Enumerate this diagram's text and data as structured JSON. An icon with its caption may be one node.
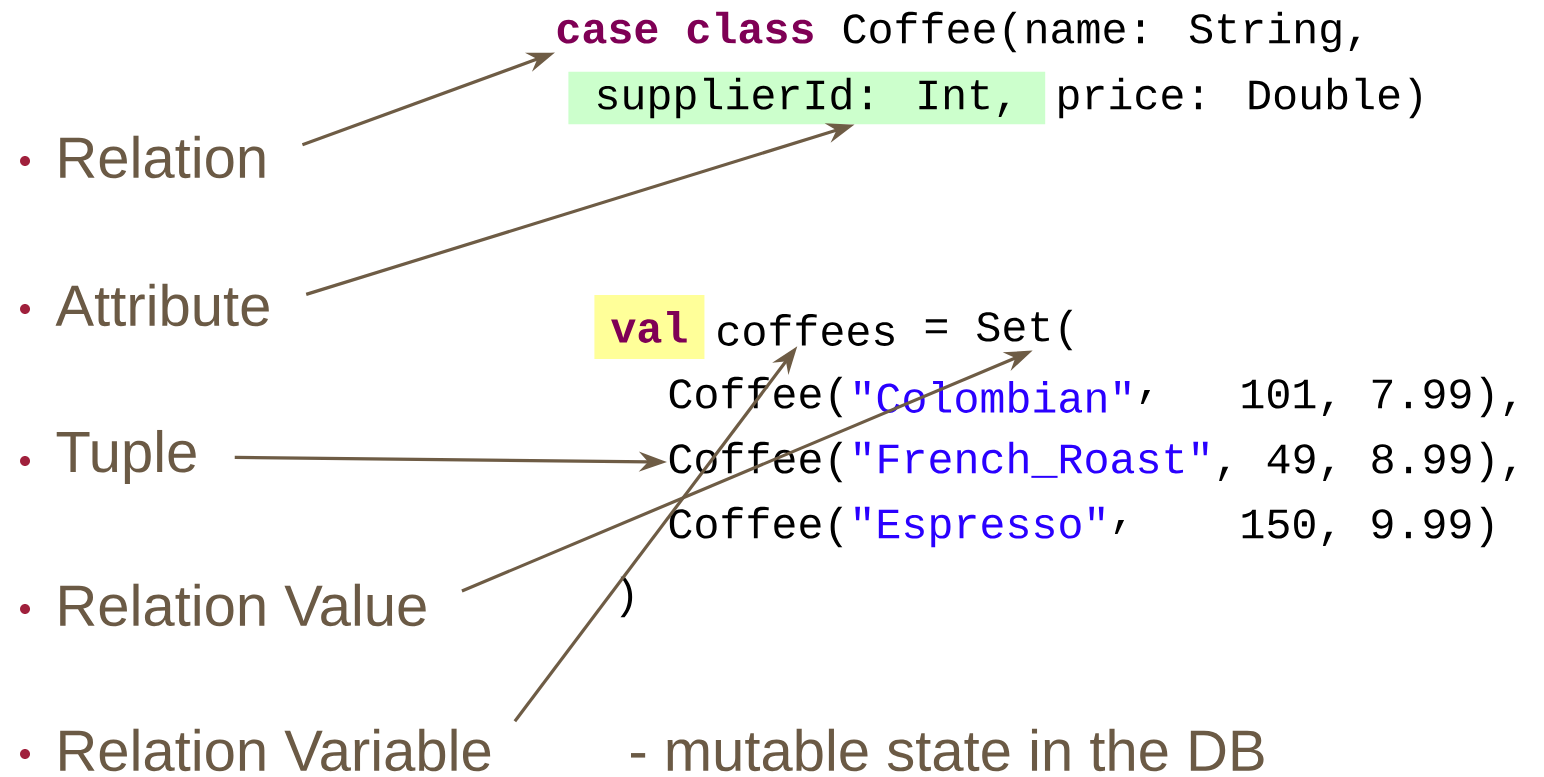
{
  "diagram": {
    "nodes": [
      {
        "text": [
          "Relation"
        ]
      },
      {
        "text": [
          "Attribute"
        ]
      },
      {
        "text": [
          "Tuple"
        ]
      },
      {
        "text": [
          "Relation Value"
        ]
      },
      {
        "text": [
          "Relation Variable"
        ],
        "beside": [
          "- mutable state in the DB"
        ]
      },
      {
        "text": [
          "case class",
          "Coffee(name: String,"
        ]
      },
      {
        "text": [
          "supplierId: Int,"
        ]
      },
      {
        "text": [
          "val"
        ]
      },
      {
        "text": [
          "coffees"
        ]
      },
      {
        "text": [
          "Set("
        ]
      },
      {
        "text": [
          "Coffee(",
          "\"French_Roast\"",
          ", 49, 8.99),"
        ]
      }
    ],
    "edges": [
      {
        "from": 0,
        "to": 5,
        "arrow": "to"
      },
      {
        "from": 1,
        "to": 6,
        "arrow": "to"
      },
      {
        "from": 2,
        "to": 10,
        "arrow": "to"
      },
      {
        "from": 3,
        "to": 9,
        "arrow": "to"
      },
      {
        "from": 4,
        "to": 8,
        "arrow": "to"
      }
    ],
    "labels": [
      "price: Double)",
      "=",
      "Coffee(",
      "\"Colombian\"",
      ",",
      "101, 7.99),",
      "Coffee(",
      "\"Espresso\"",
      ",",
      "150, 9.99)",
      ")"
    ]
  }
}
